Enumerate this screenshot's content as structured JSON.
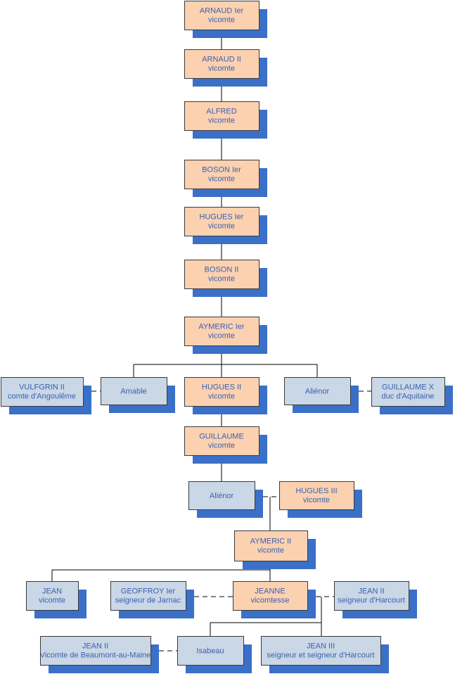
{
  "colors": {
    "shadow": "#3a70c8",
    "orange_fill": "#fbd1b0",
    "blue_fill": "#c9d7e6",
    "border": "#3a3a3a",
    "text": "#3a5fb0",
    "line": "#000000"
  },
  "persons": {
    "arnaud1": {
      "line1": "ARNAUD Ier",
      "line2": "vicomte"
    },
    "arnaud2": {
      "line1": "ARNAUD II",
      "line2": "vicomte"
    },
    "alfred": {
      "line1": "ALFRED",
      "line2": "vicomte"
    },
    "boson1": {
      "line1": "BOSON Ier",
      "line2": "vicomte"
    },
    "hugues1": {
      "line1": "HUGUES Ier",
      "line2": "vicomte"
    },
    "boson2": {
      "line1": "BOSON II",
      "line2": "vicomte"
    },
    "aymeric1": {
      "line1": "AYMERIC Ier",
      "line2": "vicomte"
    },
    "vulfgrin": {
      "line1": "VULFGRIN II",
      "line2": "comte d'Angoulême"
    },
    "amable": {
      "line1": "Amable",
      "line2": ""
    },
    "hugues2": {
      "line1": "HUGUES II",
      "line2": "vicomte"
    },
    "alienor1": {
      "line1": "Aliénor",
      "line2": ""
    },
    "guillaumex": {
      "line1": "GUILLAUME X",
      "line2": "duc d'Aquitaine"
    },
    "guillaume": {
      "line1": "GUILLAUME",
      "line2": "vicomte"
    },
    "alienor2": {
      "line1": "Aliénor",
      "line2": ""
    },
    "hugues3": {
      "line1": "HUGUES III",
      "line2": "vicomte"
    },
    "aymeric2": {
      "line1": "AYMERIC II",
      "line2": "vicomte"
    },
    "jean": {
      "line1": "JEAN",
      "line2": "vicomte"
    },
    "geoffroy": {
      "line1": "GEOFFROY Ier",
      "line2": "seigneur de Jarnac"
    },
    "jeanne": {
      "line1": "JEANNE",
      "line2": "vicomtesse"
    },
    "jean2h": {
      "line1": "JEAN II",
      "line2": "seigneur d'Harcourt"
    },
    "jean2bm": {
      "line1": "JEAN II",
      "line2": "Vicomte de Beaumont-au-Maine"
    },
    "isabeau": {
      "line1": "Isabeau",
      "line2": ""
    },
    "jean3": {
      "line1": "JEAN III",
      "line2": "seigneur et seigneur d'Harcourt"
    }
  }
}
